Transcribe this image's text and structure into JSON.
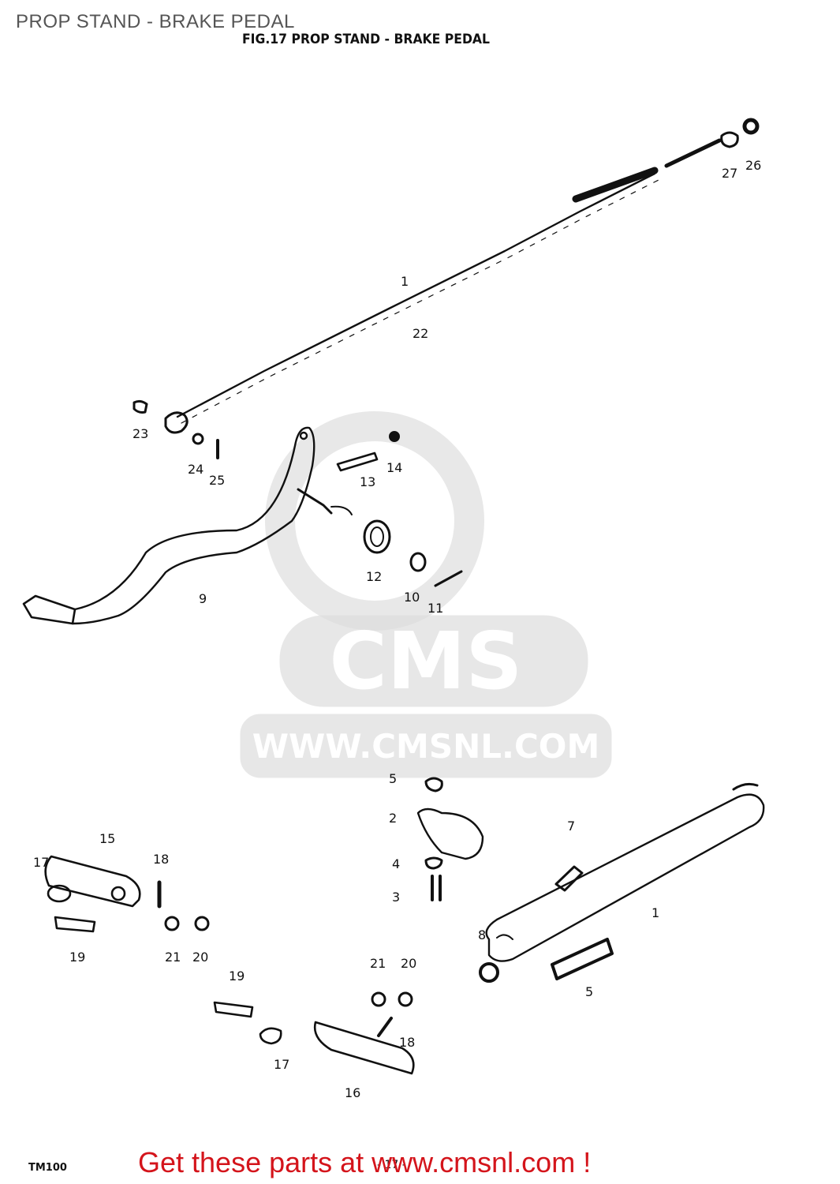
{
  "header": {
    "page_title": "PROP STAND - BRAKE PEDAL",
    "figure_title": "FIG.17  PROP STAND - BRAKE PEDAL"
  },
  "watermark": {
    "brand": "CMS",
    "url": "WWW.CMSNL.COM",
    "color": "#dddddd"
  },
  "callouts": {
    "c1a": "1",
    "c1b": "1",
    "c2": "2",
    "c3": "3",
    "c4": "4",
    "c5a": "5",
    "c5b": "5",
    "c7": "7",
    "c8": "8",
    "c9": "9",
    "c10": "10",
    "c11": "11",
    "c12": "12",
    "c13": "13",
    "c14": "14",
    "c15": "15",
    "c16": "16",
    "c17a": "17",
    "c17b": "17",
    "c18a": "18",
    "c18b": "18",
    "c19a": "19",
    "c19b": "19",
    "c20a": "20",
    "c20b": "20",
    "c21a": "21",
    "c21b": "21",
    "c22": "22",
    "c23": "23",
    "c24": "24",
    "c25": "25",
    "c26": "26",
    "c27": "27"
  },
  "footer": {
    "model_code": "TM100",
    "page_number": "- 17 -",
    "link_text": "Get these parts at www.cmsnl.com !",
    "link_color": "#d4141b"
  }
}
